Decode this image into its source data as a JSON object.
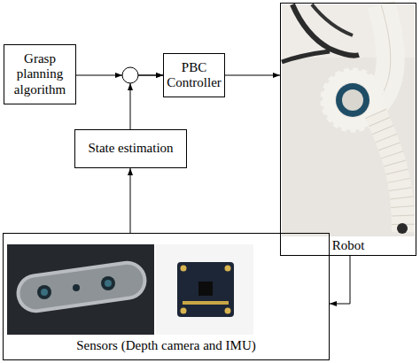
{
  "diagram": {
    "nodes": [
      {
        "text": [
          "Grasp planning algorithm"
        ]
      },
      {
        "text": [
          "PBC Controller"
        ]
      },
      {
        "text": [
          "Robot"
        ]
      },
      {
        "text": [
          "State estimation"
        ]
      },
      {
        "text": [
          "Sensors (Depth camera and IMU)"
        ]
      }
    ],
    "edges": [
      {
        "from": 0,
        "to": 1,
        "arrow": "to"
      },
      {
        "from": 3,
        "to": 1,
        "arrow": "to"
      },
      {
        "from": 1,
        "to": 2,
        "arrow": "to"
      },
      {
        "from": 4,
        "to": 3,
        "arrow": "to"
      },
      {
        "from": 2,
        "to": 4,
        "arrow": "to"
      }
    ]
  }
}
